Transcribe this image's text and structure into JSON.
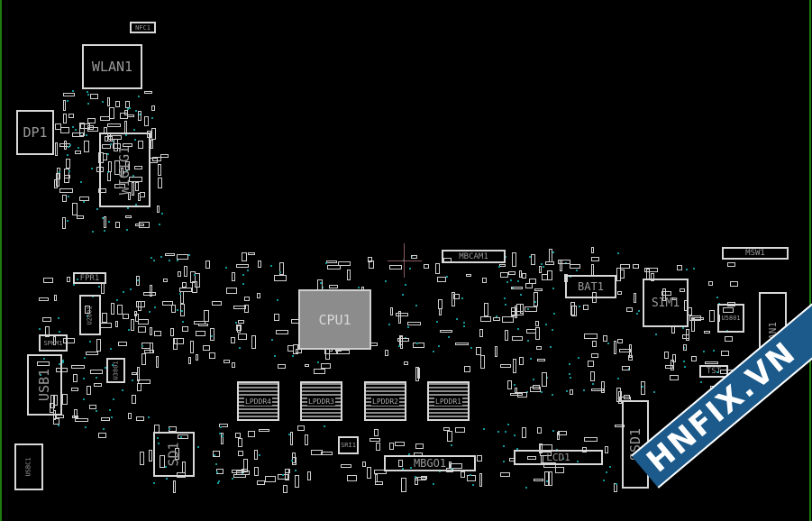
{
  "board": {
    "components": {
      "nfc": "NFC1",
      "wlan": "WLAN1",
      "dp": "DP1",
      "wigig": "WIGIG1",
      "mbcam": "MBCAM1",
      "msw": "MSW1",
      "fpr": "FPR1",
      "cpu": "CPU1",
      "bat": "BAT1",
      "sim": "SIM1",
      "u2801": "U2801",
      "u5801": "U5801",
      "wwan": "WWAN1",
      "spkm": "SPKM1",
      "usb": "USB1",
      "u3801": "U3801",
      "tst": "TST",
      "lpddr4": "LPDDR4",
      "lpddr3": "LPDDR3",
      "lpddr2": "LPDDR2",
      "lpddr1": "LPDDR1",
      "ssd": "SSD1",
      "sd": "SD1",
      "usbc": "USBC1",
      "sri": "SRI1",
      "mbgo": "MBGO1",
      "lcd": "LCD1"
    },
    "colors": {
      "outline": "#d8d8d8",
      "via": "#119999",
      "edge": "#1f7a12",
      "cursor": "#8a5a60"
    }
  },
  "watermark": {
    "text": "HNFIX.VN",
    "color": "#1b5a8a"
  }
}
